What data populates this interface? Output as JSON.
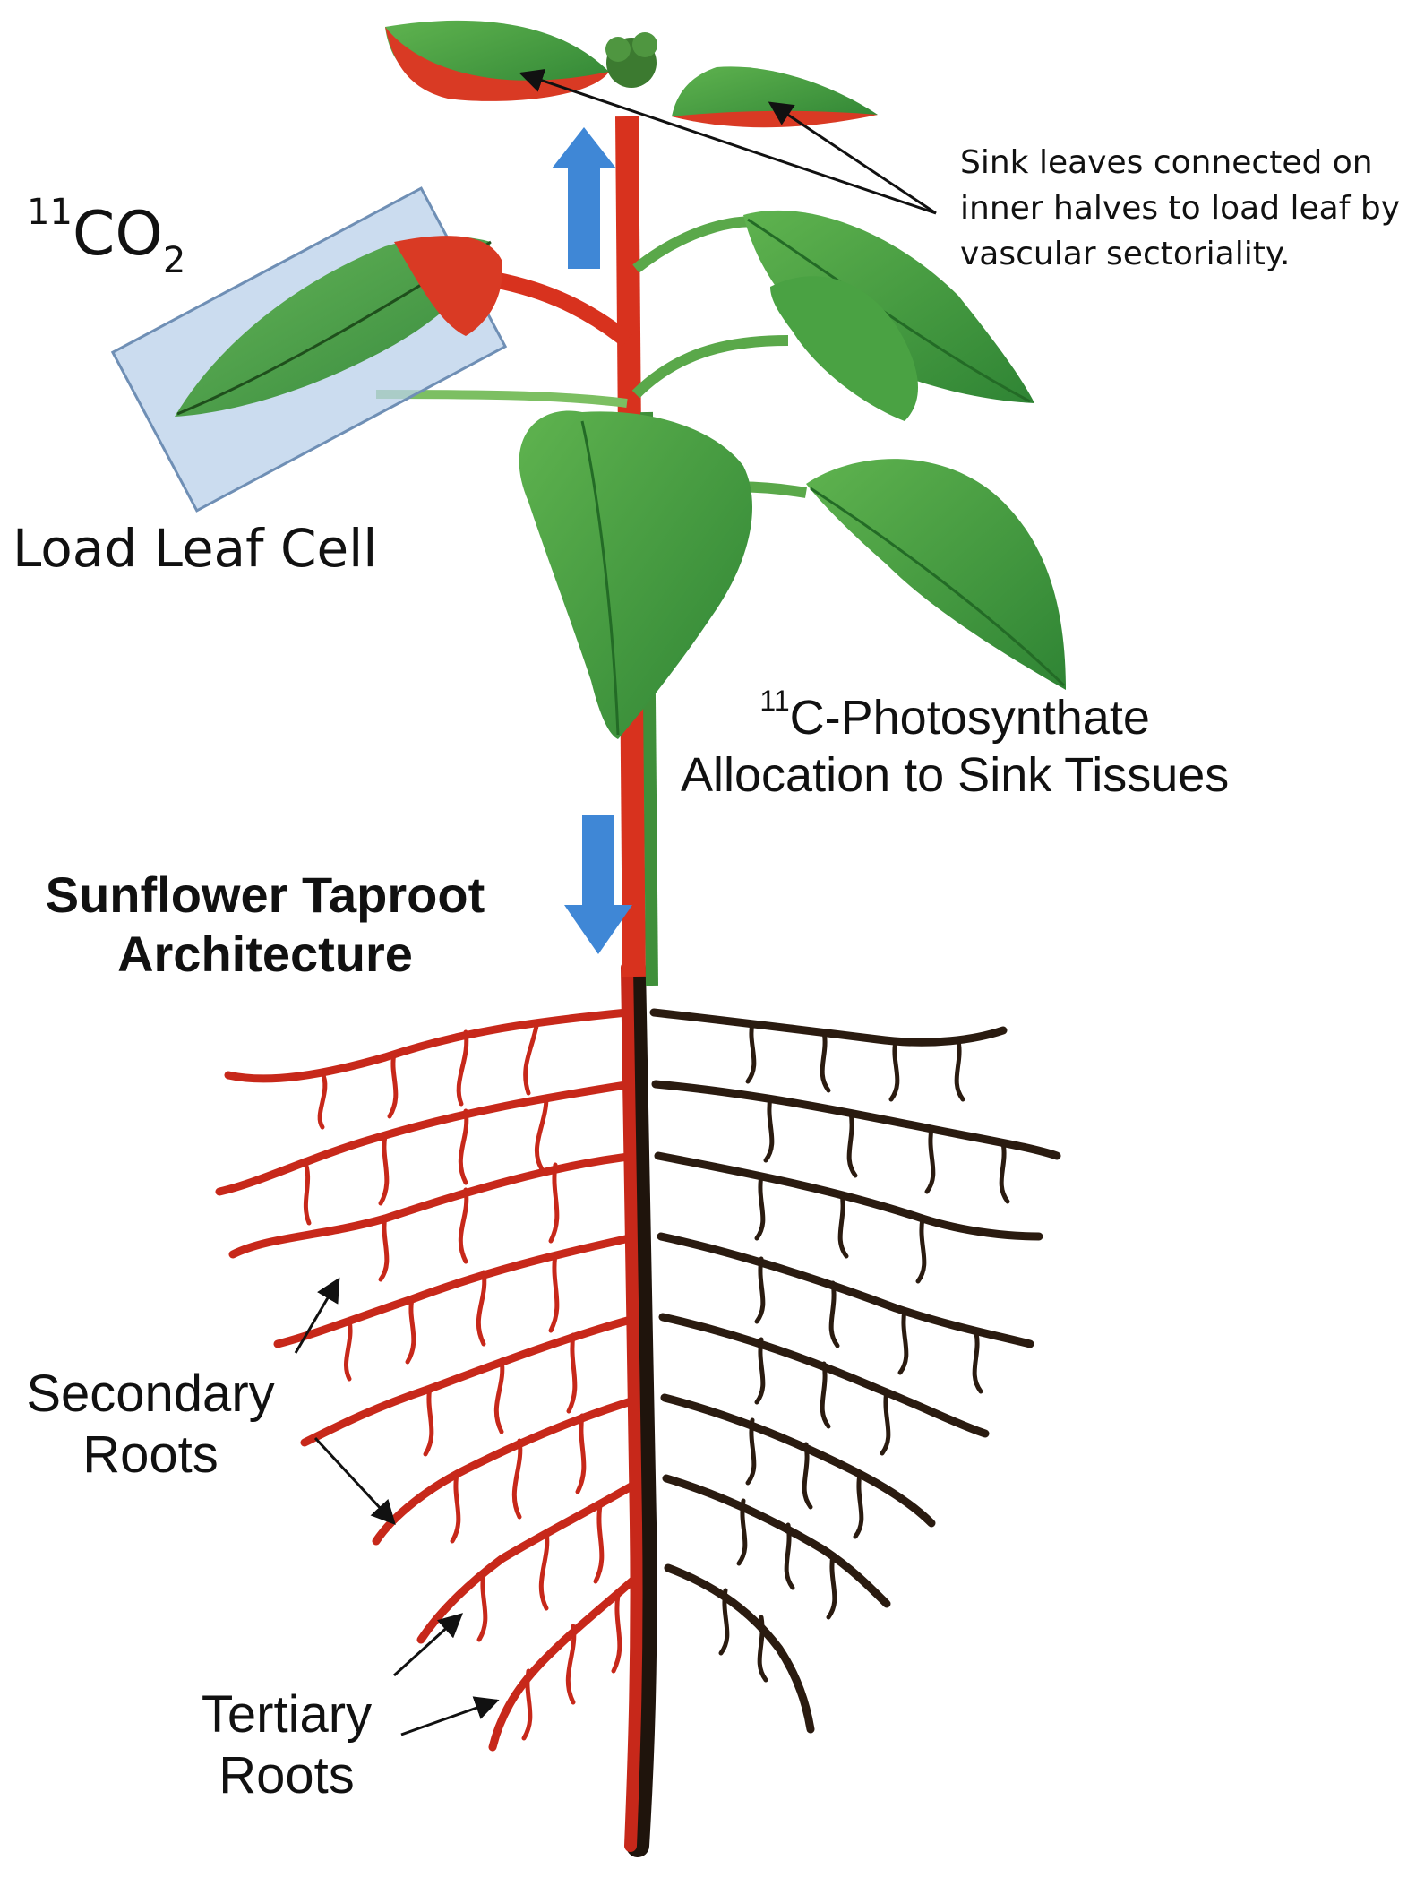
{
  "labels": {
    "co2_super": "11",
    "co2_main": "CO",
    "co2_sub": "2",
    "load_leaf_cell": "Load Leaf Cell",
    "sink_leaves_note": "Sink leaves connected on inner halves to load leaf by vascular sectoriality.",
    "photosynthate_super": "11",
    "photosynthate_line1": "C-Photosynthate",
    "photosynthate_line2": "Allocation to Sink Tissues",
    "taproot_title": "Sunflower Taproot Architecture",
    "secondary_roots": "Secondary Roots",
    "tertiary_roots": "Tertiary Roots"
  },
  "colors": {
    "leaf_green": "#3f9a3c",
    "leaf_dark": "#2b7a2e",
    "tracer_red": "#d93a24",
    "arrow_blue": "#3f87d6",
    "chamber_fill": "#b9d0ea",
    "chamber_stroke": "#6f8fb5",
    "root_dark": "#2a1b10"
  },
  "icons": {
    "up_arrow": "arrow-up-icon",
    "down_arrow": "arrow-down-icon"
  }
}
